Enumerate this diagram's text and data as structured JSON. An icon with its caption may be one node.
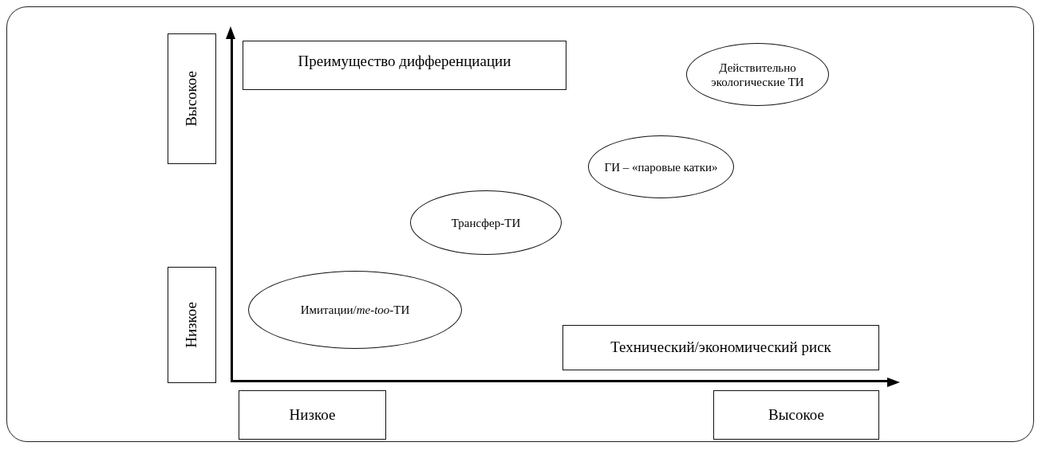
{
  "diagram": {
    "nodes": [
      {
        "text": [
          "Высокое"
        ]
      },
      {
        "text": [
          "Преимущество дифференциации"
        ]
      },
      {
        "text": [
          "Действительно экологические ТИ"
        ]
      },
      {
        "text": [
          "ГИ – «паровые катки»"
        ]
      },
      {
        "text": [
          "Трансфер-ТИ"
        ]
      },
      {
        "text": [
          "Низкое"
        ]
      },
      {
        "text": [
          "Имитации/*me-too*-ТИ"
        ]
      },
      {
        "text": [
          "Технический/экономический риск"
        ]
      },
      {
        "text": [
          "Низкое"
        ]
      },
      {
        "text": [
          "Высокое"
        ]
      }
    ]
  }
}
